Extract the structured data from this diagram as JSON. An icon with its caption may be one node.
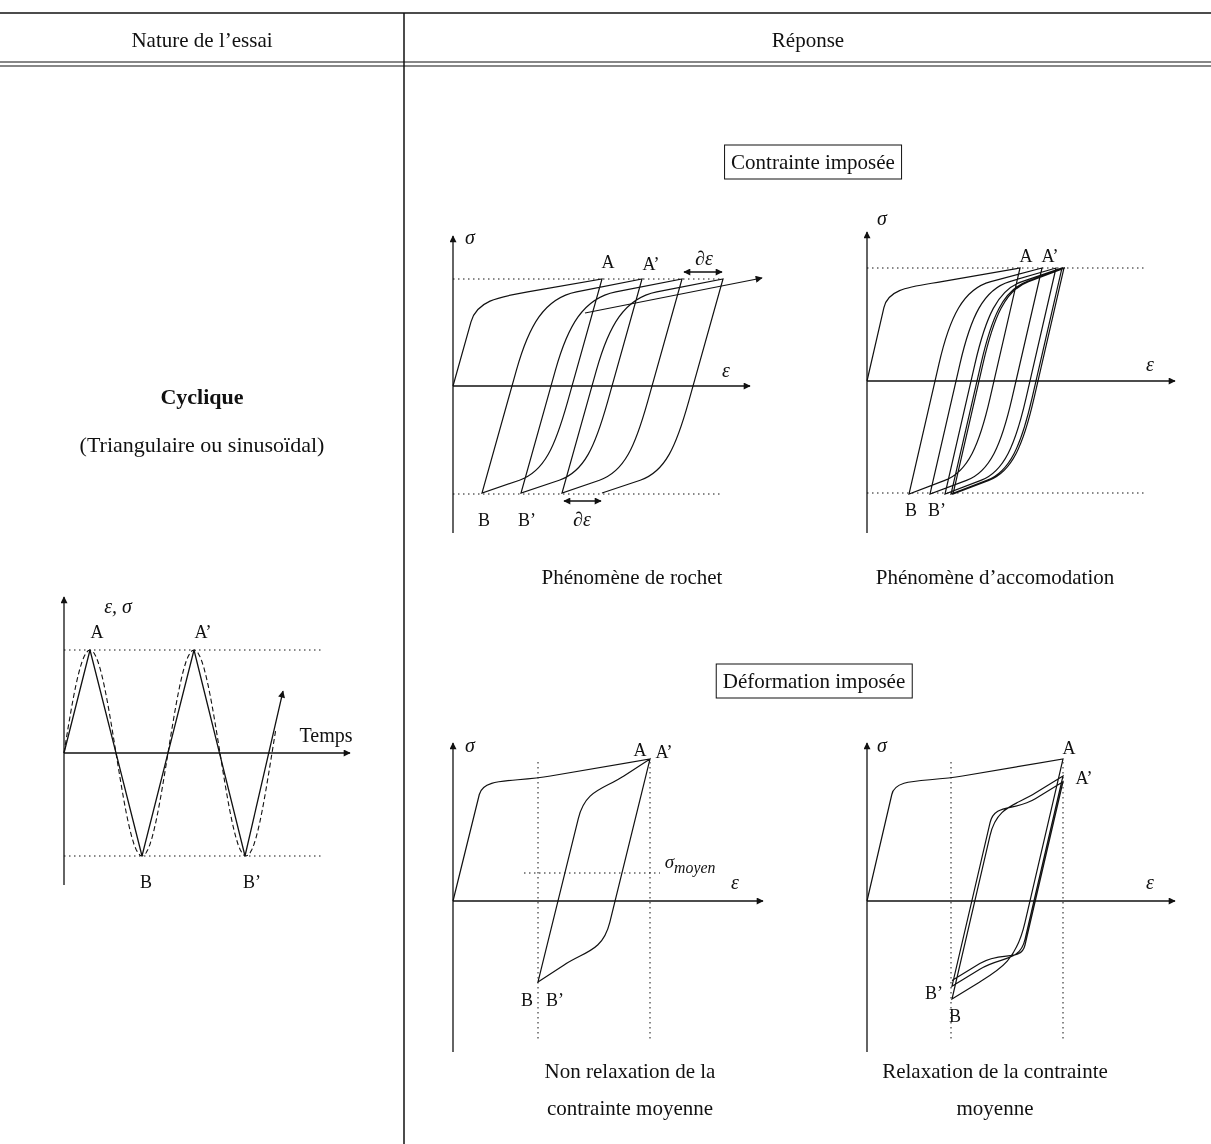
{
  "diagram": {
    "nodes": [
      {
        "text": [
          "Contrainte imposée"
        ]
      },
      {
        "text": [
          "Déformation imposée"
        ]
      }
    ],
    "labels": [
      "Nature de l’essai",
      "Réponse",
      "Cyclique",
      "(Triangulaire ou sinusoïdal)",
      "ε, σ",
      "A",
      "A’",
      "Temps",
      "B",
      "B’",
      "σ",
      "A",
      "A’",
      "∂ε",
      "ε",
      "B",
      "B’",
      "∂ε",
      "Phénomène de rochet",
      "σ",
      "A",
      "A’",
      "ε",
      "B",
      "B’",
      "Phénomène d’accomodation",
      "σ",
      "A",
      "A’",
      "σ$_{moyen}$",
      "ε",
      "B",
      "B’",
      "Non relaxation de la contrainte moyenne",
      "σ",
      "A",
      "A’",
      "ε",
      "B’",
      "B",
      "Relaxation de la contrainte moyenne"
    ]
  }
}
